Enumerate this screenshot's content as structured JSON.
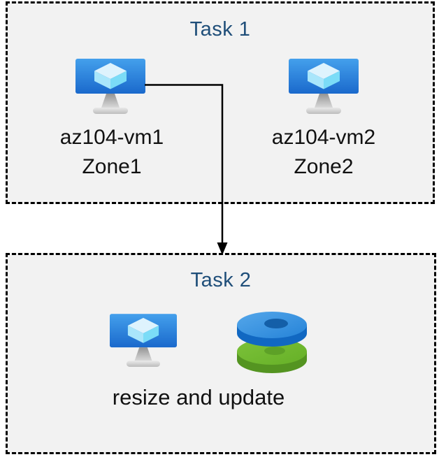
{
  "task1": {
    "title": "Task 1",
    "vms": [
      {
        "name": "az104-vm1",
        "zone": "Zone1",
        "icon": "azure-vm-icon"
      },
      {
        "name": "az104-vm2",
        "zone": "Zone2",
        "icon": "azure-vm-icon"
      }
    ]
  },
  "task2": {
    "title": "Task 2",
    "caption": "resize and update",
    "icons": [
      {
        "icon": "azure-vm-icon"
      },
      {
        "icon": "managed-disks-icon"
      }
    ]
  },
  "connector": {
    "type": "elbow-arrow",
    "from": "az104-vm1",
    "to": "Task 2"
  },
  "colors": {
    "title_text": "#1f4e79",
    "label_text": "#111111",
    "box_fill": "#f2f2f2",
    "box_border": "#000000",
    "arrow": "#000000",
    "vm_screen_top": "#44a0ec",
    "vm_screen_bottom": "#1a69cc",
    "cube_top": "#def3fd",
    "cube_left": "#a9e6fb",
    "cube_right": "#7bdcf7",
    "disk_blue_top": "#3390e0",
    "disk_blue_side": "#1168c2",
    "disk_blue_hole": "#145fa8",
    "disk_green_top": "#6fb92e",
    "disk_green_side": "#549421",
    "disk_green_hole": "#5da127"
  }
}
